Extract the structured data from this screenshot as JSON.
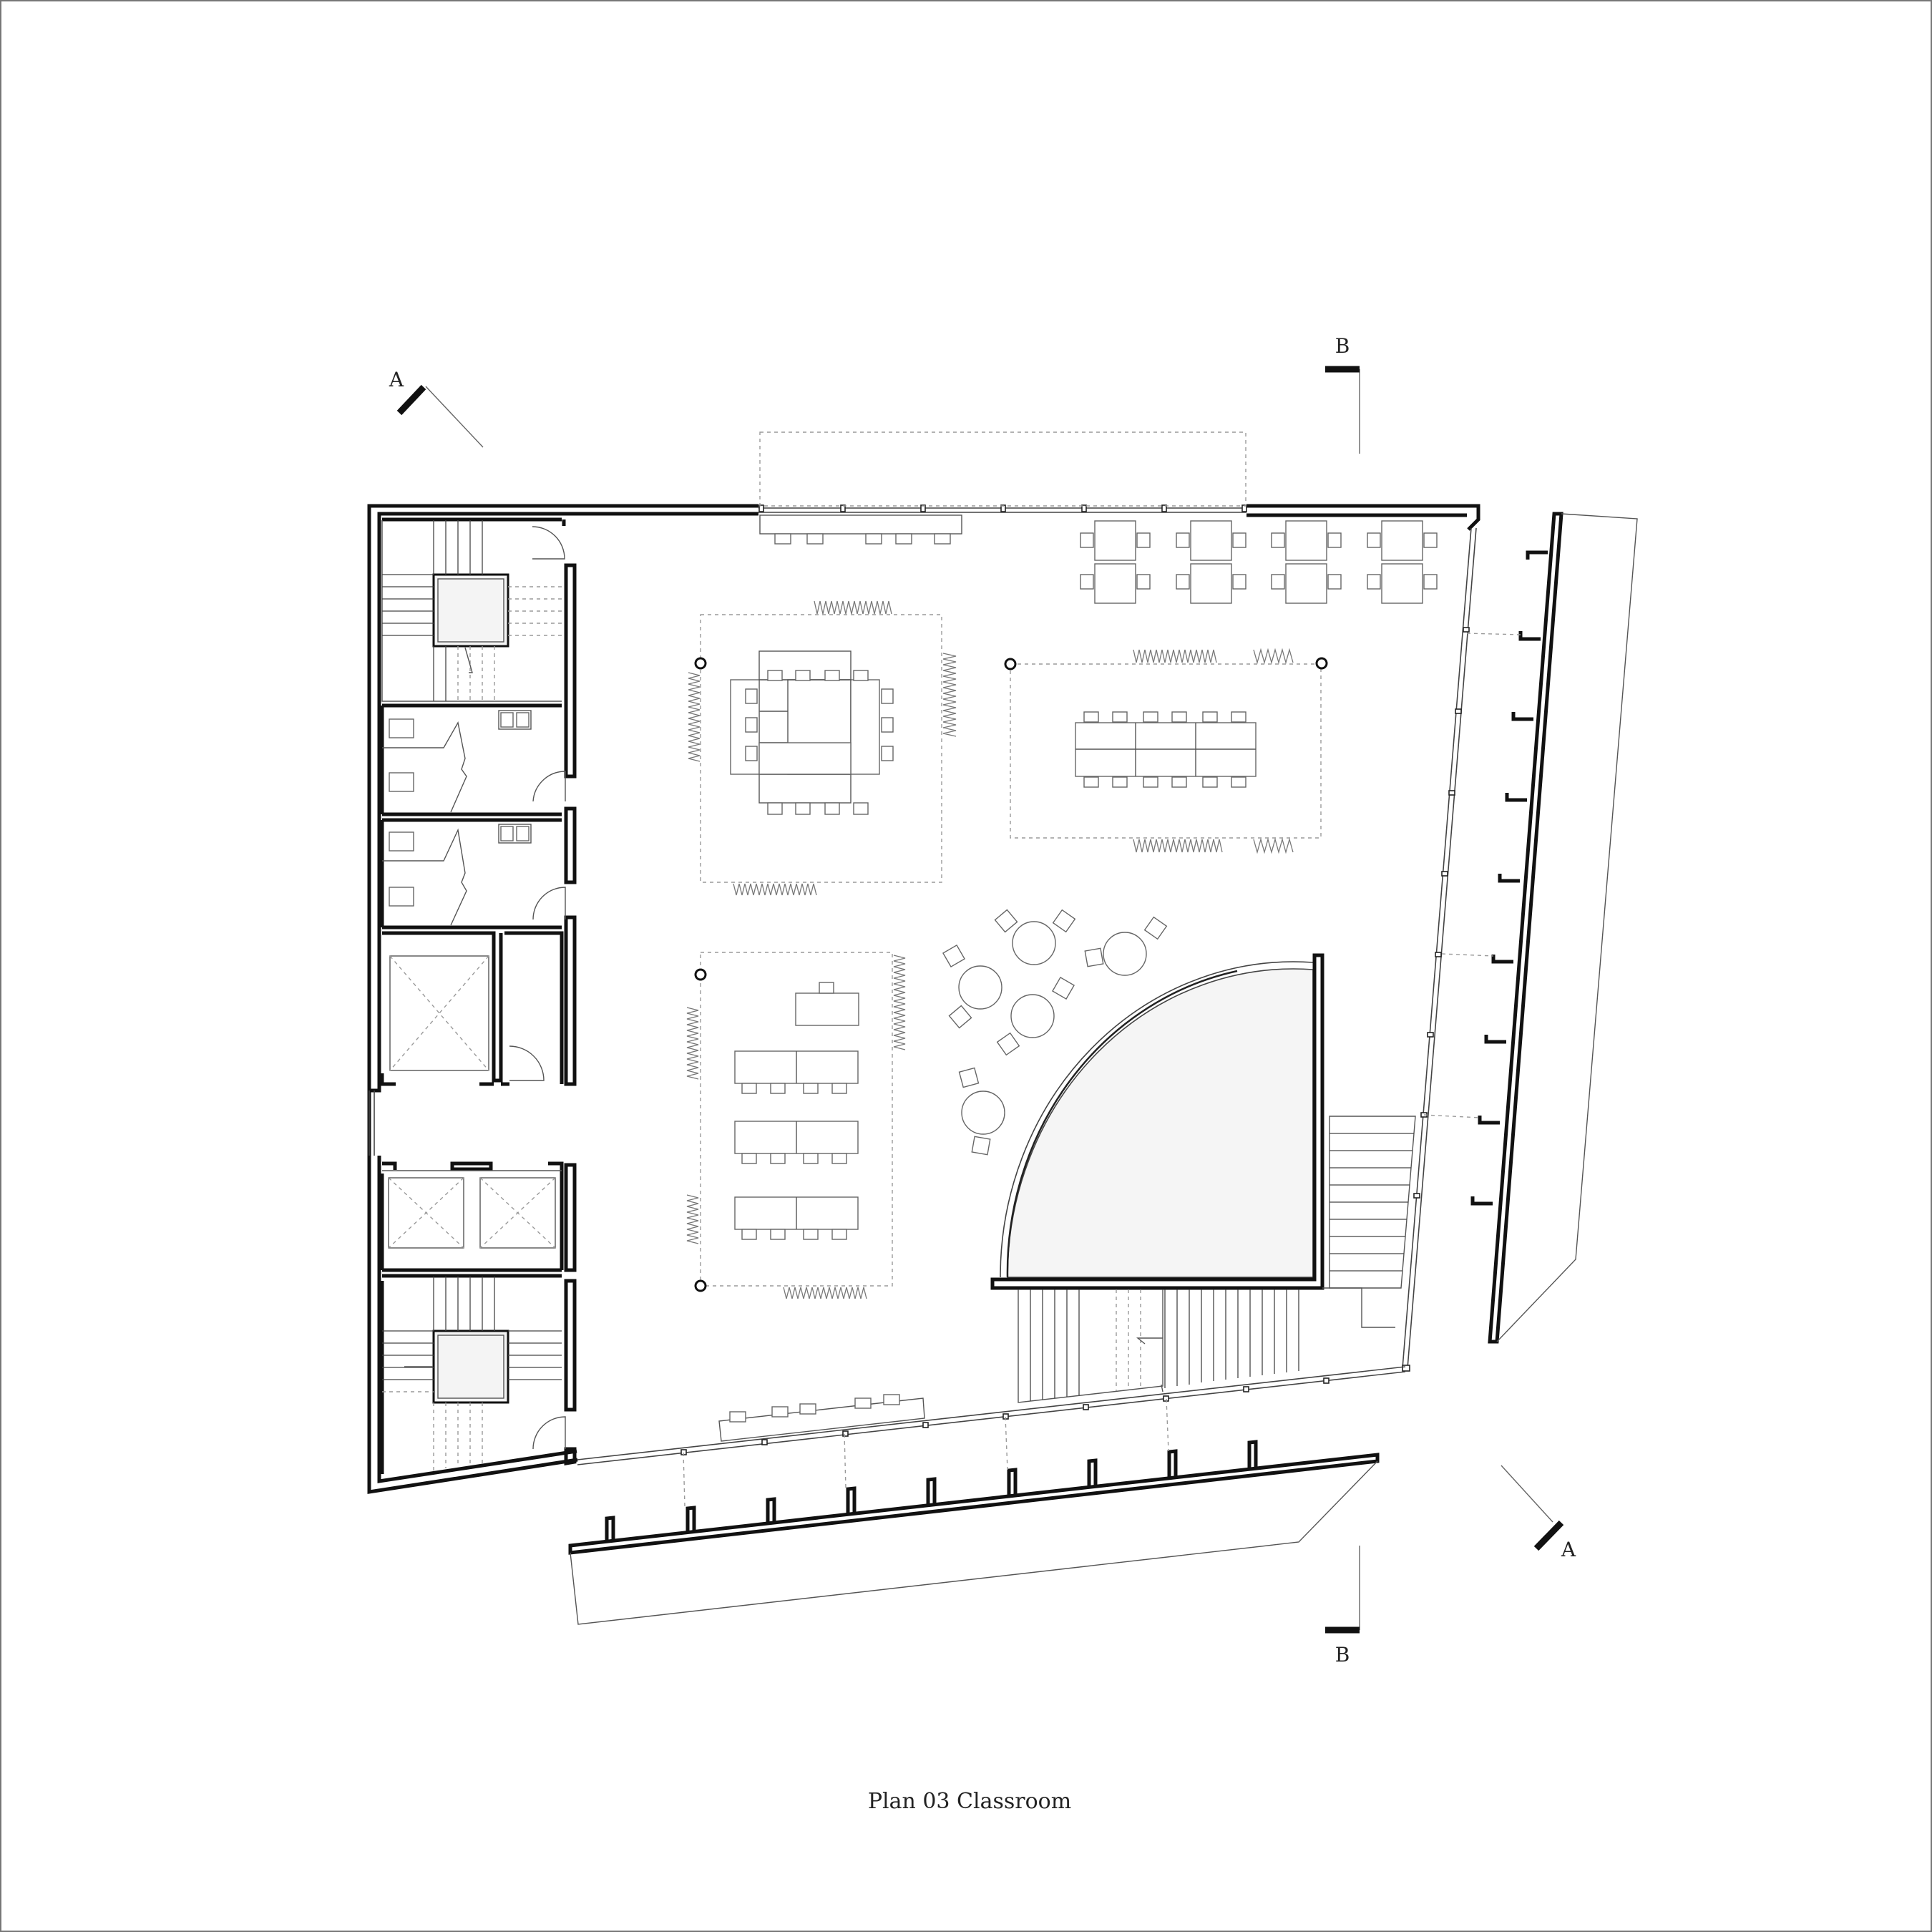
{
  "drawing": {
    "title": "Plan 03 Classroom",
    "section_markers": {
      "a_top": "A",
      "a_bottom": "A",
      "b_top": "B",
      "b_bottom": "B"
    }
  }
}
